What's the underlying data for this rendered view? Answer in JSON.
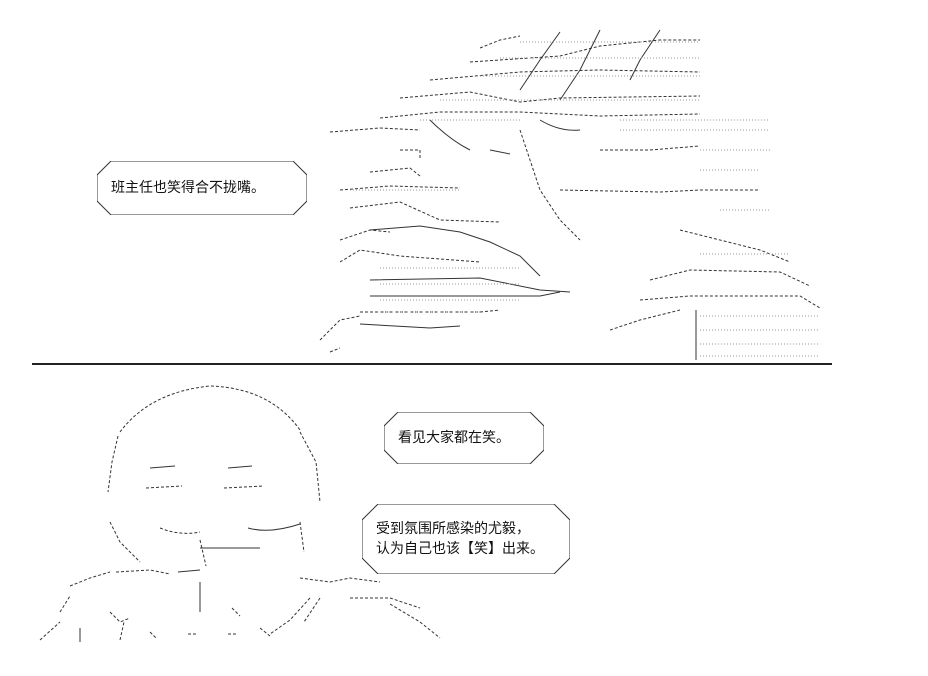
{
  "panels": [
    {
      "name": "top",
      "bubble": {
        "text": "班主任也笑得合不拢嘴。"
      }
    },
    {
      "name": "bottom",
      "bubbles": [
        {
          "text": "看见大家都在笑。"
        },
        {
          "lines": [
            "受到氛围所感染的尤毅，",
            "认为自己也该【笑】出来。"
          ]
        }
      ]
    }
  ]
}
